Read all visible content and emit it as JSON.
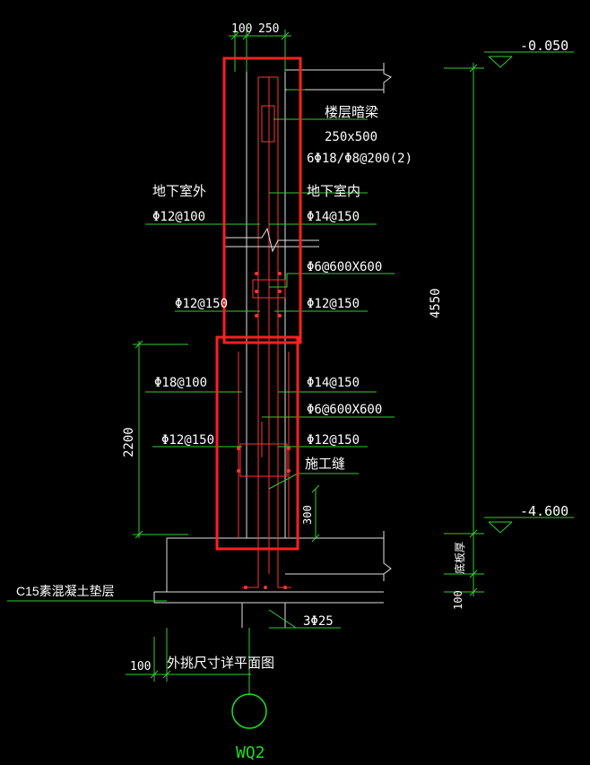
{
  "colors": {
    "background": "#000000",
    "text": "#ffffff",
    "line": "#e8e8e8",
    "dimension": "#33cc33",
    "leader": "#33cc33",
    "rebar": "#ff3333",
    "highlight": "#ff2020",
    "axis_circle": "#22dd22"
  },
  "top_dims": {
    "d1": "100",
    "d2": "250"
  },
  "elevations": {
    "top": "-0.050",
    "bottom": "-4.600"
  },
  "beam": {
    "title": "楼层暗梁",
    "size": "250x500",
    "rebar": "6Φ18/Φ8@200(2)"
  },
  "sides": {
    "outer": "地下室外",
    "inner": "地下室内"
  },
  "rebar_labels": {
    "upper_outer": "Φ12@100",
    "upper_inner": "Φ14@150",
    "upper_tie": "Φ6@600X600",
    "mid_outer": "Φ12@150",
    "mid_inner": "Φ12@150",
    "lower_outer": "Φ18@100",
    "lower_inner": "Φ14@150",
    "lower_tie": "Φ6@600X600",
    "low_outer": "Φ12@150",
    "low_inner": "Φ12@150",
    "footing_bars": "3Φ25"
  },
  "joint_label": "施工缝",
  "dims": {
    "height_total": "4550",
    "lower_zone": "2200",
    "joint": "300",
    "footing_thk": "100",
    "toe": "100"
  },
  "footing_label": "底板厚",
  "cushion_label": "C15素混凝土垫层",
  "toe_note": "外挑尺寸详平面图",
  "axis_label": "WQ2"
}
